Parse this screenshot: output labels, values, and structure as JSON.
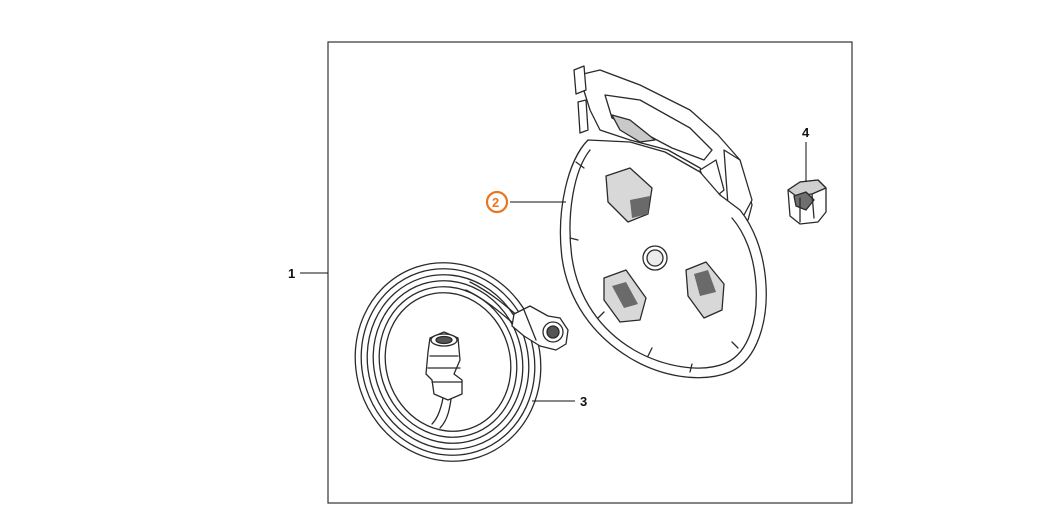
{
  "callouts": [
    {
      "id": "1",
      "label": "1",
      "highlighted": false
    },
    {
      "id": "2",
      "label": "2",
      "highlighted": true
    },
    {
      "id": "3",
      "label": "3",
      "highlighted": false
    },
    {
      "id": "4",
      "label": "4",
      "highlighted": false
    }
  ],
  "colors": {
    "highlight_ring": "#e8761e",
    "highlight_fill": "#f5a35a",
    "line": "#111111"
  }
}
